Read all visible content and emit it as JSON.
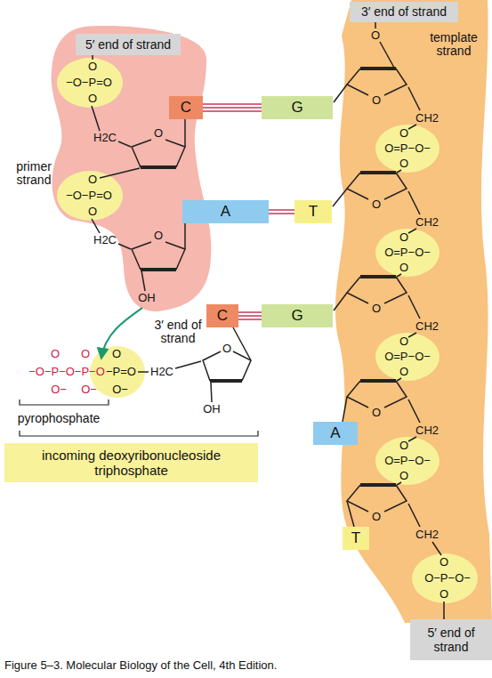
{
  "diagram": {
    "caption": "Figure 5–3. Molecular Biology of the Cell, 4th Edition.",
    "nodes": [
      {
        "text": [
          "5′ end of strand"
        ]
      },
      {
        "text": [
          "3′ end of strand"
        ]
      },
      {
        "text": [
          "C"
        ]
      },
      {
        "text": [
          "G"
        ]
      },
      {
        "text": [
          "A"
        ]
      },
      {
        "text": [
          "T"
        ]
      },
      {
        "text": [
          "C"
        ]
      },
      {
        "text": [
          "G"
        ]
      },
      {
        "text": [
          "A"
        ]
      },
      {
        "text": [
          "T"
        ]
      },
      {
        "text": [
          "incoming deoxyribonucleoside triphosphate"
        ]
      },
      {
        "text": [
          "5′ end of strand"
        ]
      }
    ],
    "edges": [
      {
        "from": 2,
        "to": 3,
        "arrow": "none"
      },
      {
        "from": 4,
        "to": 5,
        "arrow": "none"
      },
      {
        "from": 6,
        "to": 7,
        "arrow": "none"
      }
    ],
    "labels": [
      "primer strand",
      "template strand",
      "3′ end of strand",
      "pyrophosphate",
      "O",
      "−O−P=O",
      "O",
      "H2C",
      "O",
      "O",
      "−O−P=O",
      "O",
      "H2C",
      "O",
      "OH",
      "O",
      "O",
      "−O−P−O−P−O",
      "O−",
      "O−",
      "O",
      "−P=O",
      "O−",
      "H2C",
      "O",
      "OH",
      "O",
      "O",
      "CH2",
      "O",
      "O=P−O−",
      "O",
      "O",
      "CH2",
      "O",
      "O=P−O−",
      "O",
      "O",
      "CH2",
      "O",
      "O=P−O−",
      "O",
      "O",
      "CH2",
      "O",
      "O=P−O−",
      "O",
      "O",
      "CH2",
      "O",
      "O−P−O−",
      "O"
    ]
  }
}
